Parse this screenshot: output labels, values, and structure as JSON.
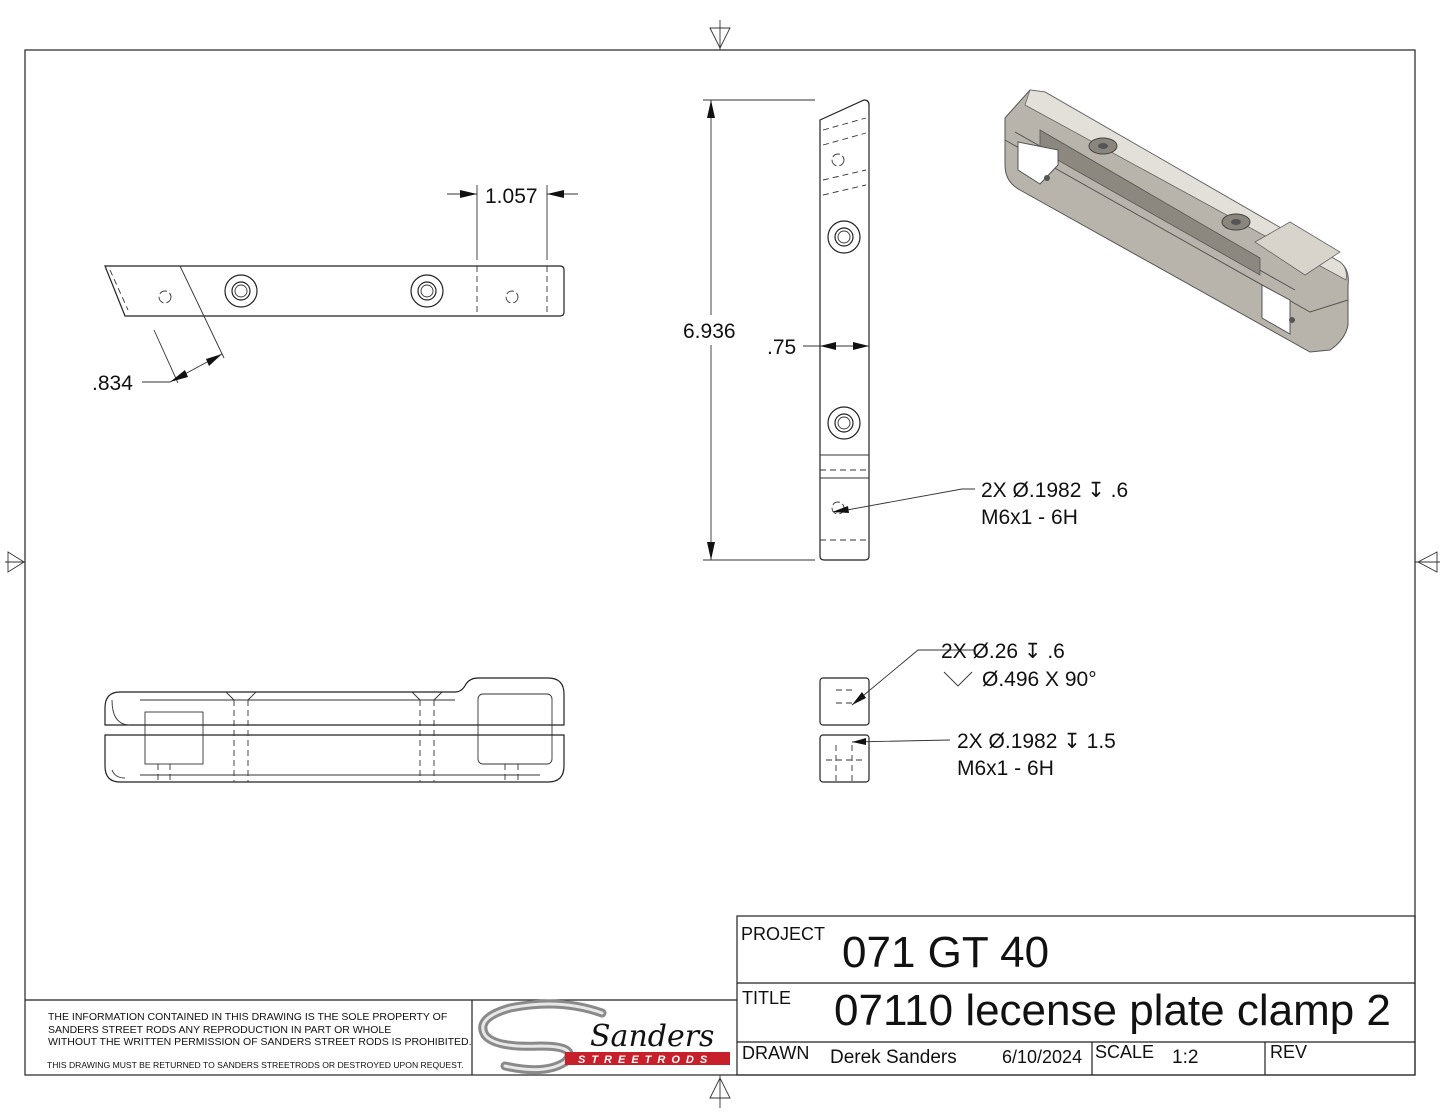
{
  "dimensions": {
    "width_1057": "1.057",
    "angle_834": ".834",
    "length_6936": "6.936",
    "thickness_75": ".75"
  },
  "callouts": {
    "tap_a_line1": "2X Ø.1982 ↧ .6",
    "tap_a_line2": "M6x1 - 6H",
    "csk_line1": "2X Ø.26 ↧ .6",
    "csk_line2": "Ø.496 X 90°",
    "tap_b_line1": "2X Ø.1982 ↧ 1.5",
    "tap_b_line2": "M6x1 - 6H"
  },
  "notes": {
    "line1": "THE INFORMATION CONTAINED IN THIS DRAWING IS THE SOLE PROPERTY OF",
    "line2": "SANDERS STREET RODS ANY REPRODUCTION IN PART OR WHOLE",
    "line3": "WITHOUT THE WRITTEN PERMISSION OF SANDERS STREET RODS IS PROHIBITED.",
    "line4": "THIS DRAWING MUST BE RETURNED TO SANDERS STREETRODS OR DESTROYED UPON REQUEST."
  },
  "logo": {
    "script": "Sanders",
    "banner": "STREETRODS"
  },
  "title_block": {
    "project_label": "PROJECT",
    "project_value": "071 GT 40",
    "title_label": "TITLE",
    "title_value": "07110 lecense plate clamp 2",
    "drawn_label": "DRAWN",
    "drawn_by": "Derek Sanders",
    "date": "6/10/2024",
    "scale_label": "SCALE",
    "scale_value": "1:2",
    "rev_label": "REV"
  },
  "colors": {
    "logo_red": "#c8202a",
    "part_gray": "#b9b4ab"
  }
}
